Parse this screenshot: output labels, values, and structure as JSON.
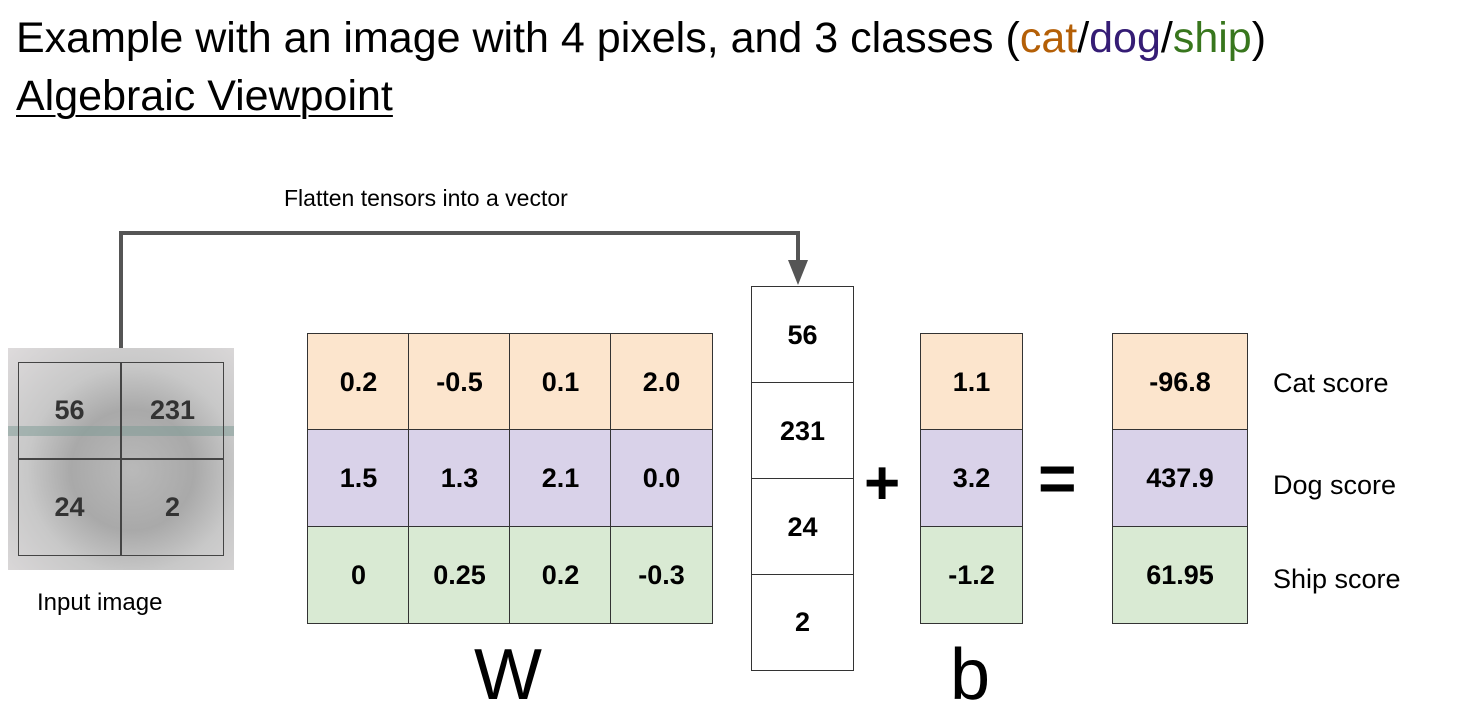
{
  "title": {
    "prefix": "Example with an image with 4 pixels, and 3 classes (",
    "cat": "cat",
    "sep1": "/",
    "dog": "dog",
    "sep2": "/",
    "ship": "ship",
    "suffix": ")"
  },
  "colors": {
    "cat": "#b45f06",
    "dog": "#351c75",
    "ship": "#38761d",
    "row_cat": "#fce5cd",
    "row_dog": "#d9d2e9",
    "row_ship": "#d9ead3"
  },
  "subtitle": "Algebraic Viewpoint",
  "arrow_label": "Flatten tensors into a vector",
  "input_image": {
    "label": "Input image",
    "pixels": [
      "56",
      "231",
      "24",
      "2"
    ]
  },
  "W": {
    "label": "W",
    "rows": [
      [
        "0.2",
        "-0.5",
        "0.1",
        "2.0"
      ],
      [
        "1.5",
        "1.3",
        "2.1",
        "0.0"
      ],
      [
        "0",
        "0.25",
        "0.2",
        "-0.3"
      ]
    ]
  },
  "x_vector": [
    "56",
    "231",
    "24",
    "2"
  ],
  "plus": "+",
  "b": {
    "label": "b",
    "values": [
      "1.1",
      "3.2",
      "-1.2"
    ]
  },
  "equals": "=",
  "scores": {
    "values": [
      "-96.8",
      "437.9",
      "61.95"
    ],
    "labels": [
      "Cat score",
      "Dog score",
      "Ship score"
    ]
  }
}
